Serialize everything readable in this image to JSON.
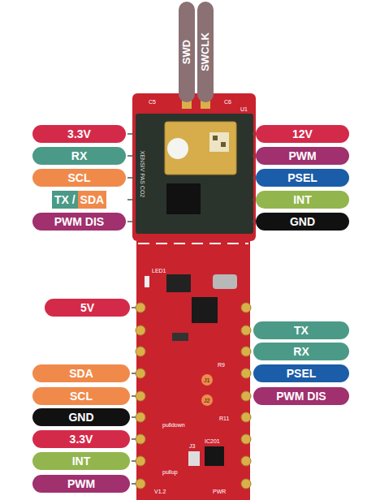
{
  "diagram": {
    "nodes": [
      {
        "text": [
          "SWD"
        ]
      },
      {
        "text": [
          "SWCLK"
        ]
      },
      {
        "text": [
          "3.3V"
        ]
      },
      {
        "text": [
          "12V"
        ]
      },
      {
        "text": [
          "RX"
        ]
      },
      {
        "text": [
          "PWM"
        ]
      },
      {
        "text": [
          "SCL"
        ]
      },
      {
        "text": [
          "PSEL"
        ]
      },
      {
        "text": [
          "TX /",
          "SDA"
        ]
      },
      {
        "text": [
          "INT"
        ]
      },
      {
        "text": [
          "PWM DIS"
        ]
      },
      {
        "text": [
          "GND"
        ]
      },
      {
        "text": [
          "5V"
        ]
      },
      {
        "text": [
          "TX"
        ]
      },
      {
        "text": [
          "RX"
        ]
      },
      {
        "text": [
          "SDA"
        ]
      },
      {
        "text": [
          "PSEL"
        ]
      },
      {
        "text": [
          "SCL"
        ]
      },
      {
        "text": [
          "PWM DIS"
        ]
      },
      {
        "text": [
          "GND"
        ]
      },
      {
        "text": [
          "3.3V"
        ]
      },
      {
        "text": [
          "INT"
        ]
      },
      {
        "text": [
          "PWM"
        ]
      }
    ],
    "labels": [
      "C5",
      "C6",
      "U1",
      "XENSIV PAS CO2",
      "LED1",
      "R9",
      "J1",
      "J2",
      "R11",
      "J3",
      "IC201",
      "pulldown",
      "pullup",
      "V1.2",
      "PWR"
    ]
  }
}
